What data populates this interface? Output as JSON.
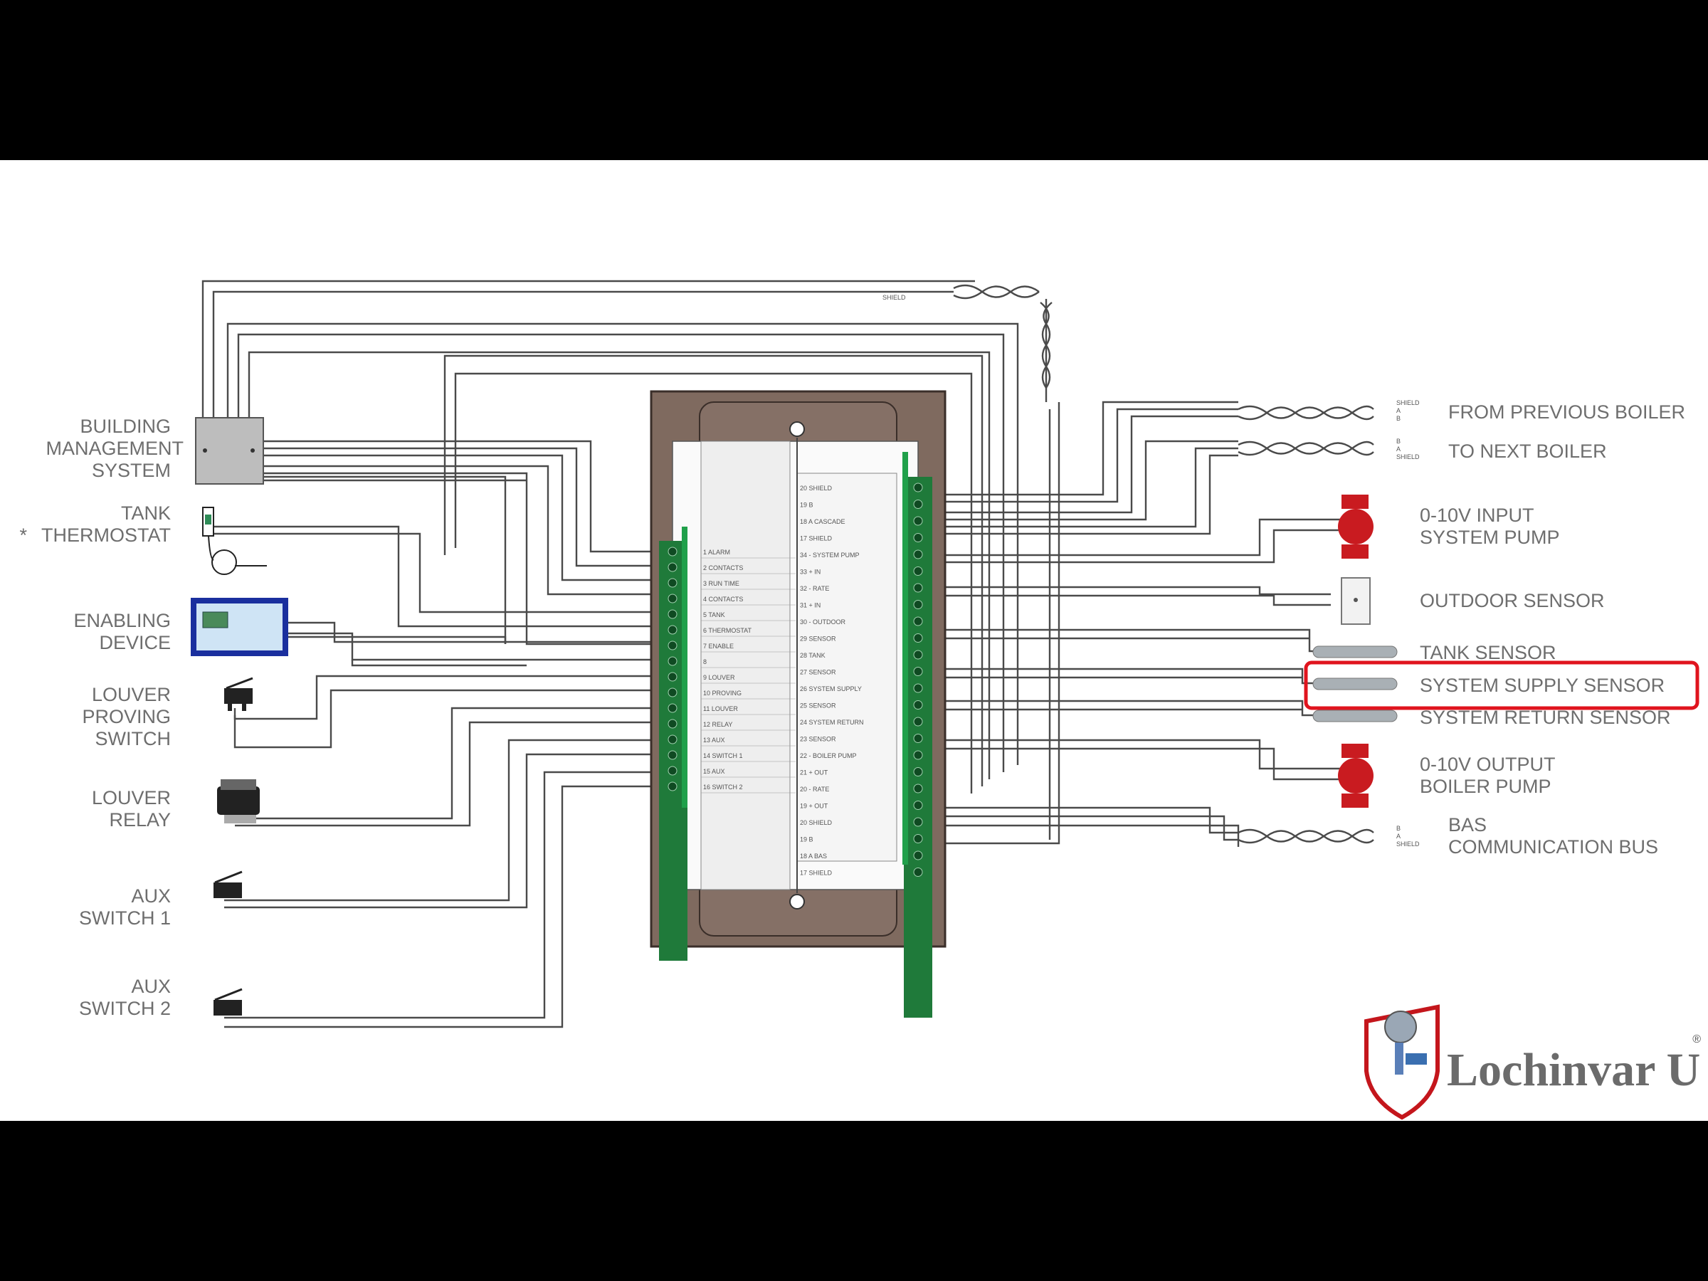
{
  "diagram": {
    "labels_left": {
      "bms": [
        "BUILDING",
        "MANAGEMENT",
        "SYSTEM"
      ],
      "tank_thermostat": [
        "TANK",
        "THERMOSTAT"
      ],
      "tank_thermostat_mark": "*",
      "enabling": [
        "ENABLING",
        "DEVICE"
      ],
      "louver_proving": [
        "LOUVER",
        "PROVING",
        "SWITCH"
      ],
      "louver_relay": [
        "LOUVER",
        "RELAY"
      ],
      "aux1": [
        "AUX",
        "SWITCH 1"
      ],
      "aux2": [
        "AUX",
        "SWITCH 2"
      ]
    },
    "labels_right": {
      "from_prev": "FROM PREVIOUS BOILER",
      "to_next": "TO NEXT BOILER",
      "input_pump": [
        "0-10V INPUT",
        "SYSTEM PUMP"
      ],
      "outdoor": "OUTDOOR SENSOR",
      "tank_sensor": "TANK SENSOR",
      "supply_sensor": "SYSTEM SUPPLY SENSOR",
      "return_sensor": "SYSTEM RETURN SENSOR",
      "output_pump": [
        "0-10V OUTPUT",
        "BOILER PUMP"
      ],
      "bas": [
        "BAS",
        "COMMUNICATION BUS"
      ]
    },
    "left_terminals": [
      "1  ALARM",
      "2  CONTACTS",
      "3  RUN TIME",
      "4  CONTACTS",
      "5  TANK",
      "6  THERMOSTAT",
      "7  ENABLE",
      "8",
      "9  LOUVER",
      "10  PROVING",
      "11  LOUVER",
      "12  RELAY",
      "13  AUX",
      "14  SWITCH 1",
      "15  AUX",
      "16  SWITCH 2"
    ],
    "right_terminals_top": [
      "20  SHIELD",
      "19  B",
      "18  A   CASCADE",
      "17  SHIELD"
    ],
    "right_terminals": [
      "34 -  SYSTEM PUMP",
      "33 +  IN",
      "32 -  RATE",
      "31 +  IN",
      "30 -  OUTDOOR",
      "29  SENSOR",
      "28  TANK",
      "27  SENSOR",
      "26  SYSTEM SUPPLY",
      "25  SENSOR",
      "24  SYSTEM RETURN",
      "23  SENSOR",
      "22 -  BOILER PUMP",
      "21 +  OUT",
      "20 -  RATE",
      "19 +  OUT"
    ],
    "right_terminals_bottom": [
      "20  SHIELD",
      "19  B",
      "18  A   BAS",
      "17  SHIELD"
    ],
    "wire_tags": {
      "shield": "SHIELD",
      "a": "A",
      "b": "B"
    },
    "highlight": {
      "target": "SYSTEM SUPPLY SENSOR",
      "color": "#e0141e"
    },
    "colors": {
      "module": "#7f6a5f",
      "module_inner": "#857066",
      "terminal": "#1f7a3a",
      "enabling_frame": "#1a2f9e",
      "enabling_fill": "#cfe4f5",
      "pump": "#c91b20",
      "bms_box": "#bdbdbd"
    }
  },
  "logo": {
    "text": "Lochinvar U",
    "reg": "®"
  }
}
